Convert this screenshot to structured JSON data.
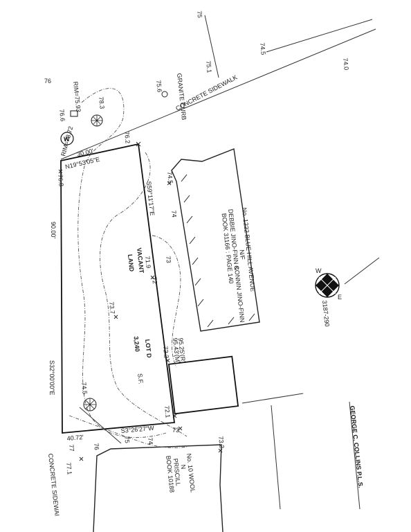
{
  "surveyor": "GEORGE C. COLLINS P.L.S.",
  "lot": {
    "name": "LOT D",
    "area": "3,240",
    "unit": "S.F."
  },
  "vacant_land": [
    "VACANT",
    "LAND"
  ],
  "abutter_north": {
    "address": "No. 1222 BLUE HILL AVENUE",
    "nf": "N/F",
    "owners": [
      "DEBBIE JINO-FINN &",
      "CONNIN JINO-FINN"
    ],
    "book": "BOOK 31166 : PAGE 140"
  },
  "abutter_south": {
    "address": "No. 10 WOOL",
    "nf": "N",
    "owner": "PRISCILL",
    "book": "BOOK 10188"
  },
  "streets": {
    "sidewalk_top": "CONCRETE SIDEWALK",
    "curb": "GRANITE CURB",
    "sidewalk_bottom": "CONCRETE SIDEWAI"
  },
  "bearings": {
    "b1": "N19°53'05\"E",
    "b2": "S59°11'17\"E",
    "b3": "S32°00'00\"E",
    "b4": "S3°26'27\"W"
  },
  "distances": {
    "d1": "30.00'",
    "d2": "90.00'",
    "d3": "40.72'",
    "d4": "95.25'(R)",
    "d5": "95.43'(M)"
  },
  "rims": {
    "r1": "RIM=75.93",
    "r2": "RIM=78.72"
  },
  "stamp": "3187-290",
  "compass": {
    "w": "W",
    "e": "E"
  },
  "well": "W",
  "elevations": {
    "e75": "75",
    "e74_5a": "74.5",
    "e74_0": "74.0",
    "e75_1": "75.1",
    "e75_6": "75.6",
    "e76": "76",
    "e78_3": "78.3",
    "e76_6": "76.6",
    "e76_2": "76.2",
    "e76_8": "76.8",
    "e74_5b": "74.5",
    "e74": "74",
    "e73": "73",
    "e71_9": "71.9",
    "e72": "72",
    "e73_7": "73.7",
    "e72_2": "72.2",
    "e74_5c": "74.5",
    "e72_1": "72.1",
    "e73b": "73",
    "e73_2": "73.2",
    "e75b": "75",
    "e74b": "74",
    "e76b": "76",
    "e77": "77",
    "e77_1": "77.1"
  }
}
